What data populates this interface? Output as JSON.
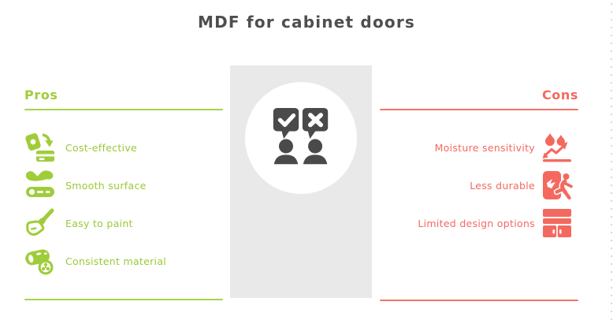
{
  "title": "MDF for cabinet doors",
  "colors": {
    "pros_green": "#9fcd3a",
    "cons_red": "#f4695f",
    "title_gray": "#4e4e50",
    "band_gray": "#e9e9e9",
    "icon_dark": "#4a4a4a"
  },
  "center": {
    "icon": "pros-cons-discussion-icon"
  },
  "pros": {
    "heading": "Pros",
    "items": [
      {
        "label": "Cost-effective",
        "icon": "money-to-card-icon"
      },
      {
        "label": "Smooth surface",
        "icon": "smooth-surface-roller-icon"
      },
      {
        "label": "Easy to paint",
        "icon": "paintbrush-hand-icon"
      },
      {
        "label": "Consistent material",
        "icon": "material-roll-icon"
      }
    ]
  },
  "cons": {
    "heading": "Cons",
    "items": [
      {
        "label": "Moisture sensitivity",
        "icon": "water-droplets-bounce-icon"
      },
      {
        "label": "Less durable",
        "icon": "breaking-board-person-icon"
      },
      {
        "label": "Limited design options",
        "icon": "cabinet-drawers-icon"
      }
    ]
  }
}
